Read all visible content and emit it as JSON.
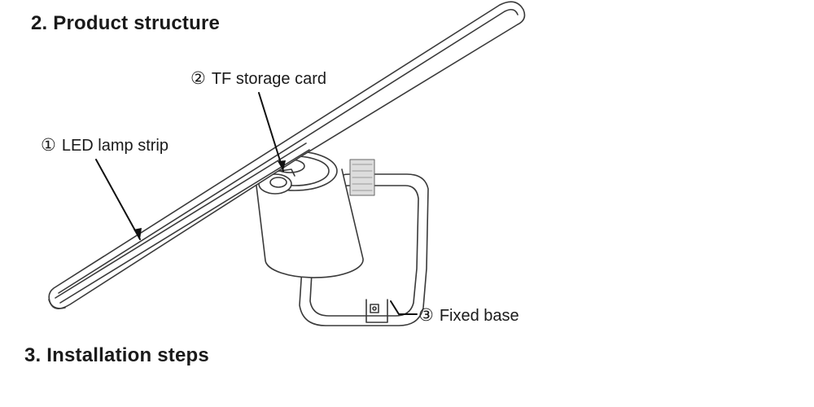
{
  "headings": {
    "product_structure": "2. Product structure",
    "installation_steps": "3. Installation steps"
  },
  "callouts": [
    {
      "number": "①",
      "label": "LED lamp strip"
    },
    {
      "number": "②",
      "label": "TF storage card"
    },
    {
      "number": "③",
      "label": "Fixed base"
    }
  ]
}
